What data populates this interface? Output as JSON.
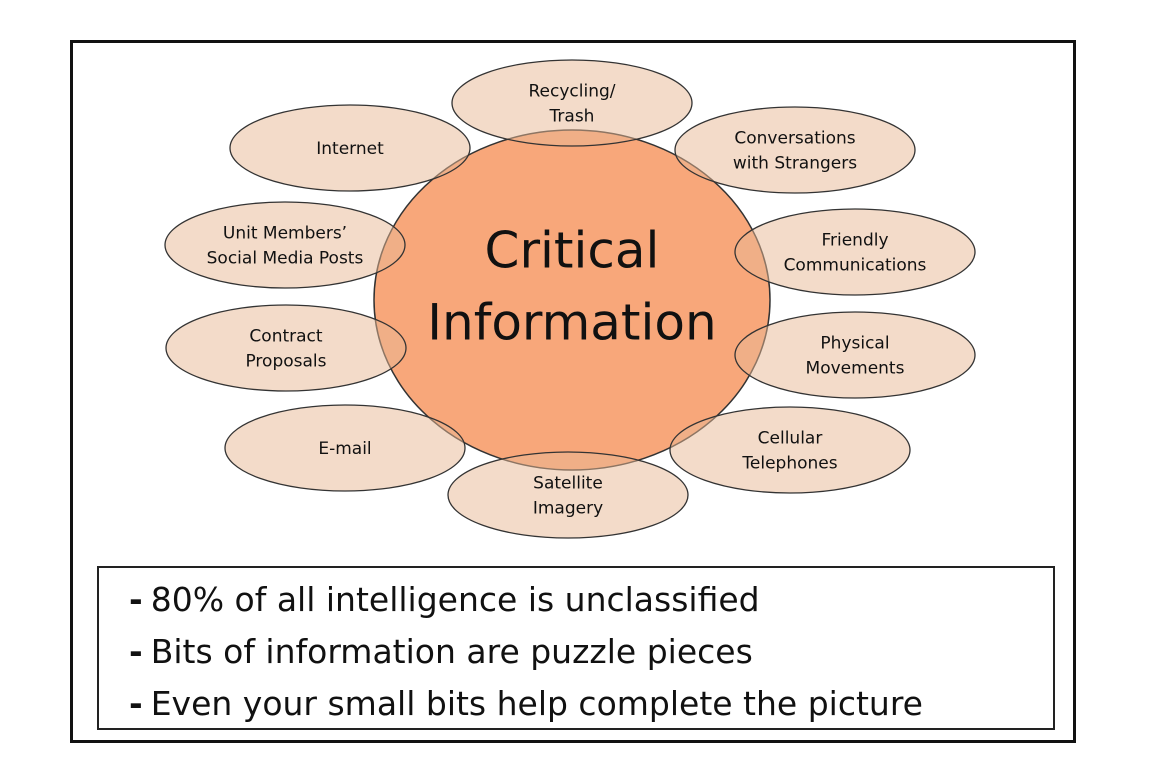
{
  "center": {
    "lines": [
      "Critical",
      "Information"
    ]
  },
  "sources": [
    {
      "lines": [
        "Recycling/",
        "Trash"
      ]
    },
    {
      "lines": [
        "Internet"
      ]
    },
    {
      "lines": [
        "Conversations",
        "with Strangers"
      ]
    },
    {
      "lines": [
        "Unit Members’",
        "Social Media Posts"
      ]
    },
    {
      "lines": [
        "Friendly",
        "Communications"
      ]
    },
    {
      "lines": [
        "Contract",
        "Proposals"
      ]
    },
    {
      "lines": [
        "Physical",
        "Movements"
      ]
    },
    {
      "lines": [
        "E-mail"
      ]
    },
    {
      "lines": [
        "Cellular",
        "Telephones"
      ]
    },
    {
      "lines": [
        "Satellite",
        "Imagery"
      ]
    }
  ],
  "notes": {
    "bullet": "-",
    "items": [
      "80% of all intelligence is unclassified",
      "Bits of information are puzzle pieces",
      "Even your small bits help complete the picture"
    ]
  },
  "colors": {
    "center_fill": "#f8a77a",
    "ellipse_fill": "#e8b893",
    "stroke": "#333333"
  }
}
